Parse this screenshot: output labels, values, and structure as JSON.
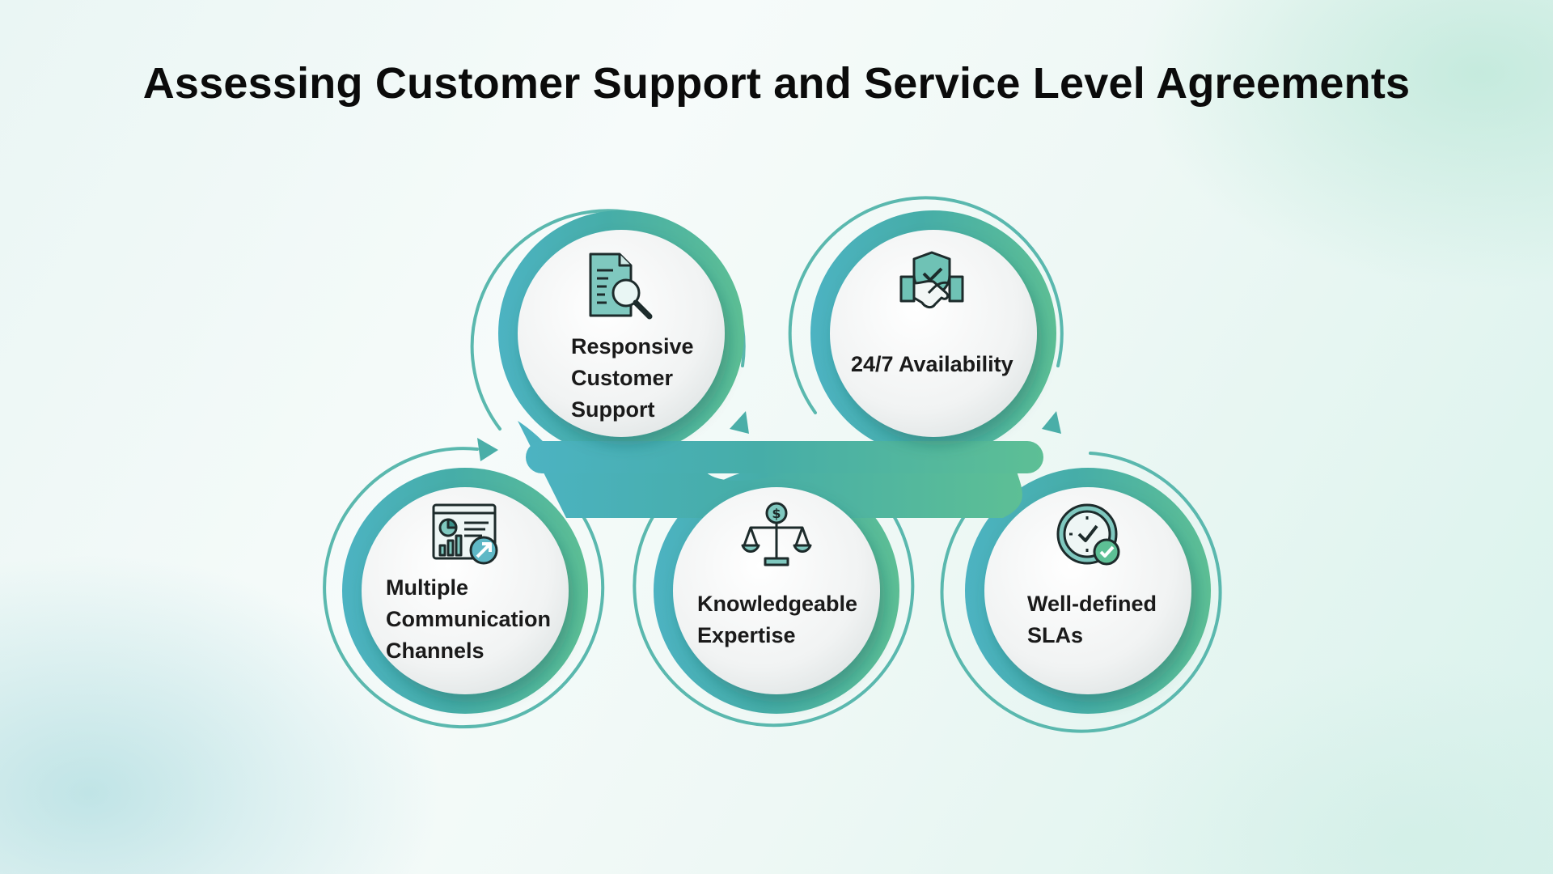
{
  "title": "Assessing Customer Support and Service Level Agreements",
  "colors": {
    "accent_teal": "#3aa6a0",
    "accent_blue": "#3fa9c7",
    "accent_green": "#5dbf95",
    "circle_fill": "#f4f6f6",
    "text": "#1a1a1a"
  },
  "nodes": [
    {
      "id": "responsive-customer-support",
      "lines": [
        "Responsive",
        "Customer",
        "Support"
      ],
      "icon": "document-search-icon"
    },
    {
      "id": "availability",
      "lines": [
        "24/7 Availability"
      ],
      "icon": "shield-handshake-icon"
    },
    {
      "id": "multiple-communication-channels",
      "lines": [
        "Multiple",
        "Communication",
        "Channels"
      ],
      "icon": "analytics-dashboard-icon"
    },
    {
      "id": "knowledgeable-expertise",
      "lines": [
        "Knowledgeable",
        "Expertise"
      ],
      "icon": "balance-scale-icon"
    },
    {
      "id": "well-defined-slas",
      "lines": [
        "Well-defined",
        "SLAs"
      ],
      "icon": "clock-check-icon"
    }
  ]
}
